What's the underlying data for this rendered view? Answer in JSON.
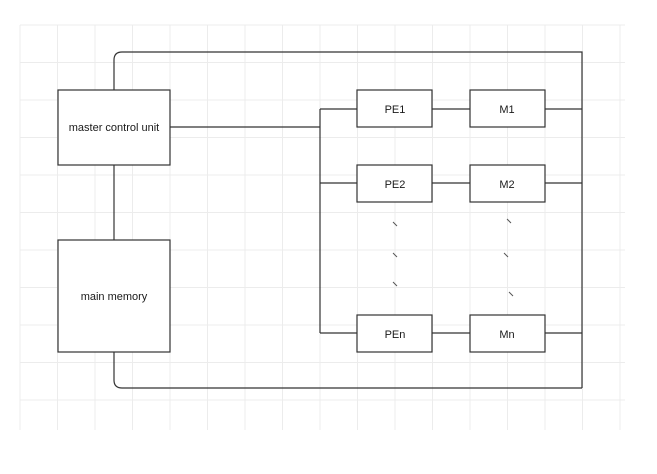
{
  "diagram": {
    "title": "",
    "nodes": {
      "master_control_unit": {
        "label": "master control unit"
      },
      "main_memory": {
        "label": "main memory"
      },
      "pe1": {
        "label": "PE1"
      },
      "pe2": {
        "label": "PE2"
      },
      "pen": {
        "label": "PEn"
      },
      "m1": {
        "label": "M1"
      },
      "m2": {
        "label": "M2"
      },
      "mn": {
        "label": "Mn"
      }
    },
    "ellipsis_marks": {
      "pe_column": 3,
      "m_column": 3
    },
    "edges": [
      {
        "from": "master control unit",
        "to": "PE bus"
      },
      {
        "from": "master control unit",
        "to": "main memory"
      },
      {
        "from": "PE1",
        "to": "M1"
      },
      {
        "from": "PE2",
        "to": "M2"
      },
      {
        "from": "PEn",
        "to": "Mn"
      },
      {
        "from": "M bus",
        "to": "master control unit"
      },
      {
        "from": "M bus",
        "to": "main memory"
      }
    ],
    "colors": {
      "stroke": "#333333",
      "grid": "#ececec",
      "text": "#1a1a1a",
      "background": "#ffffff"
    }
  }
}
